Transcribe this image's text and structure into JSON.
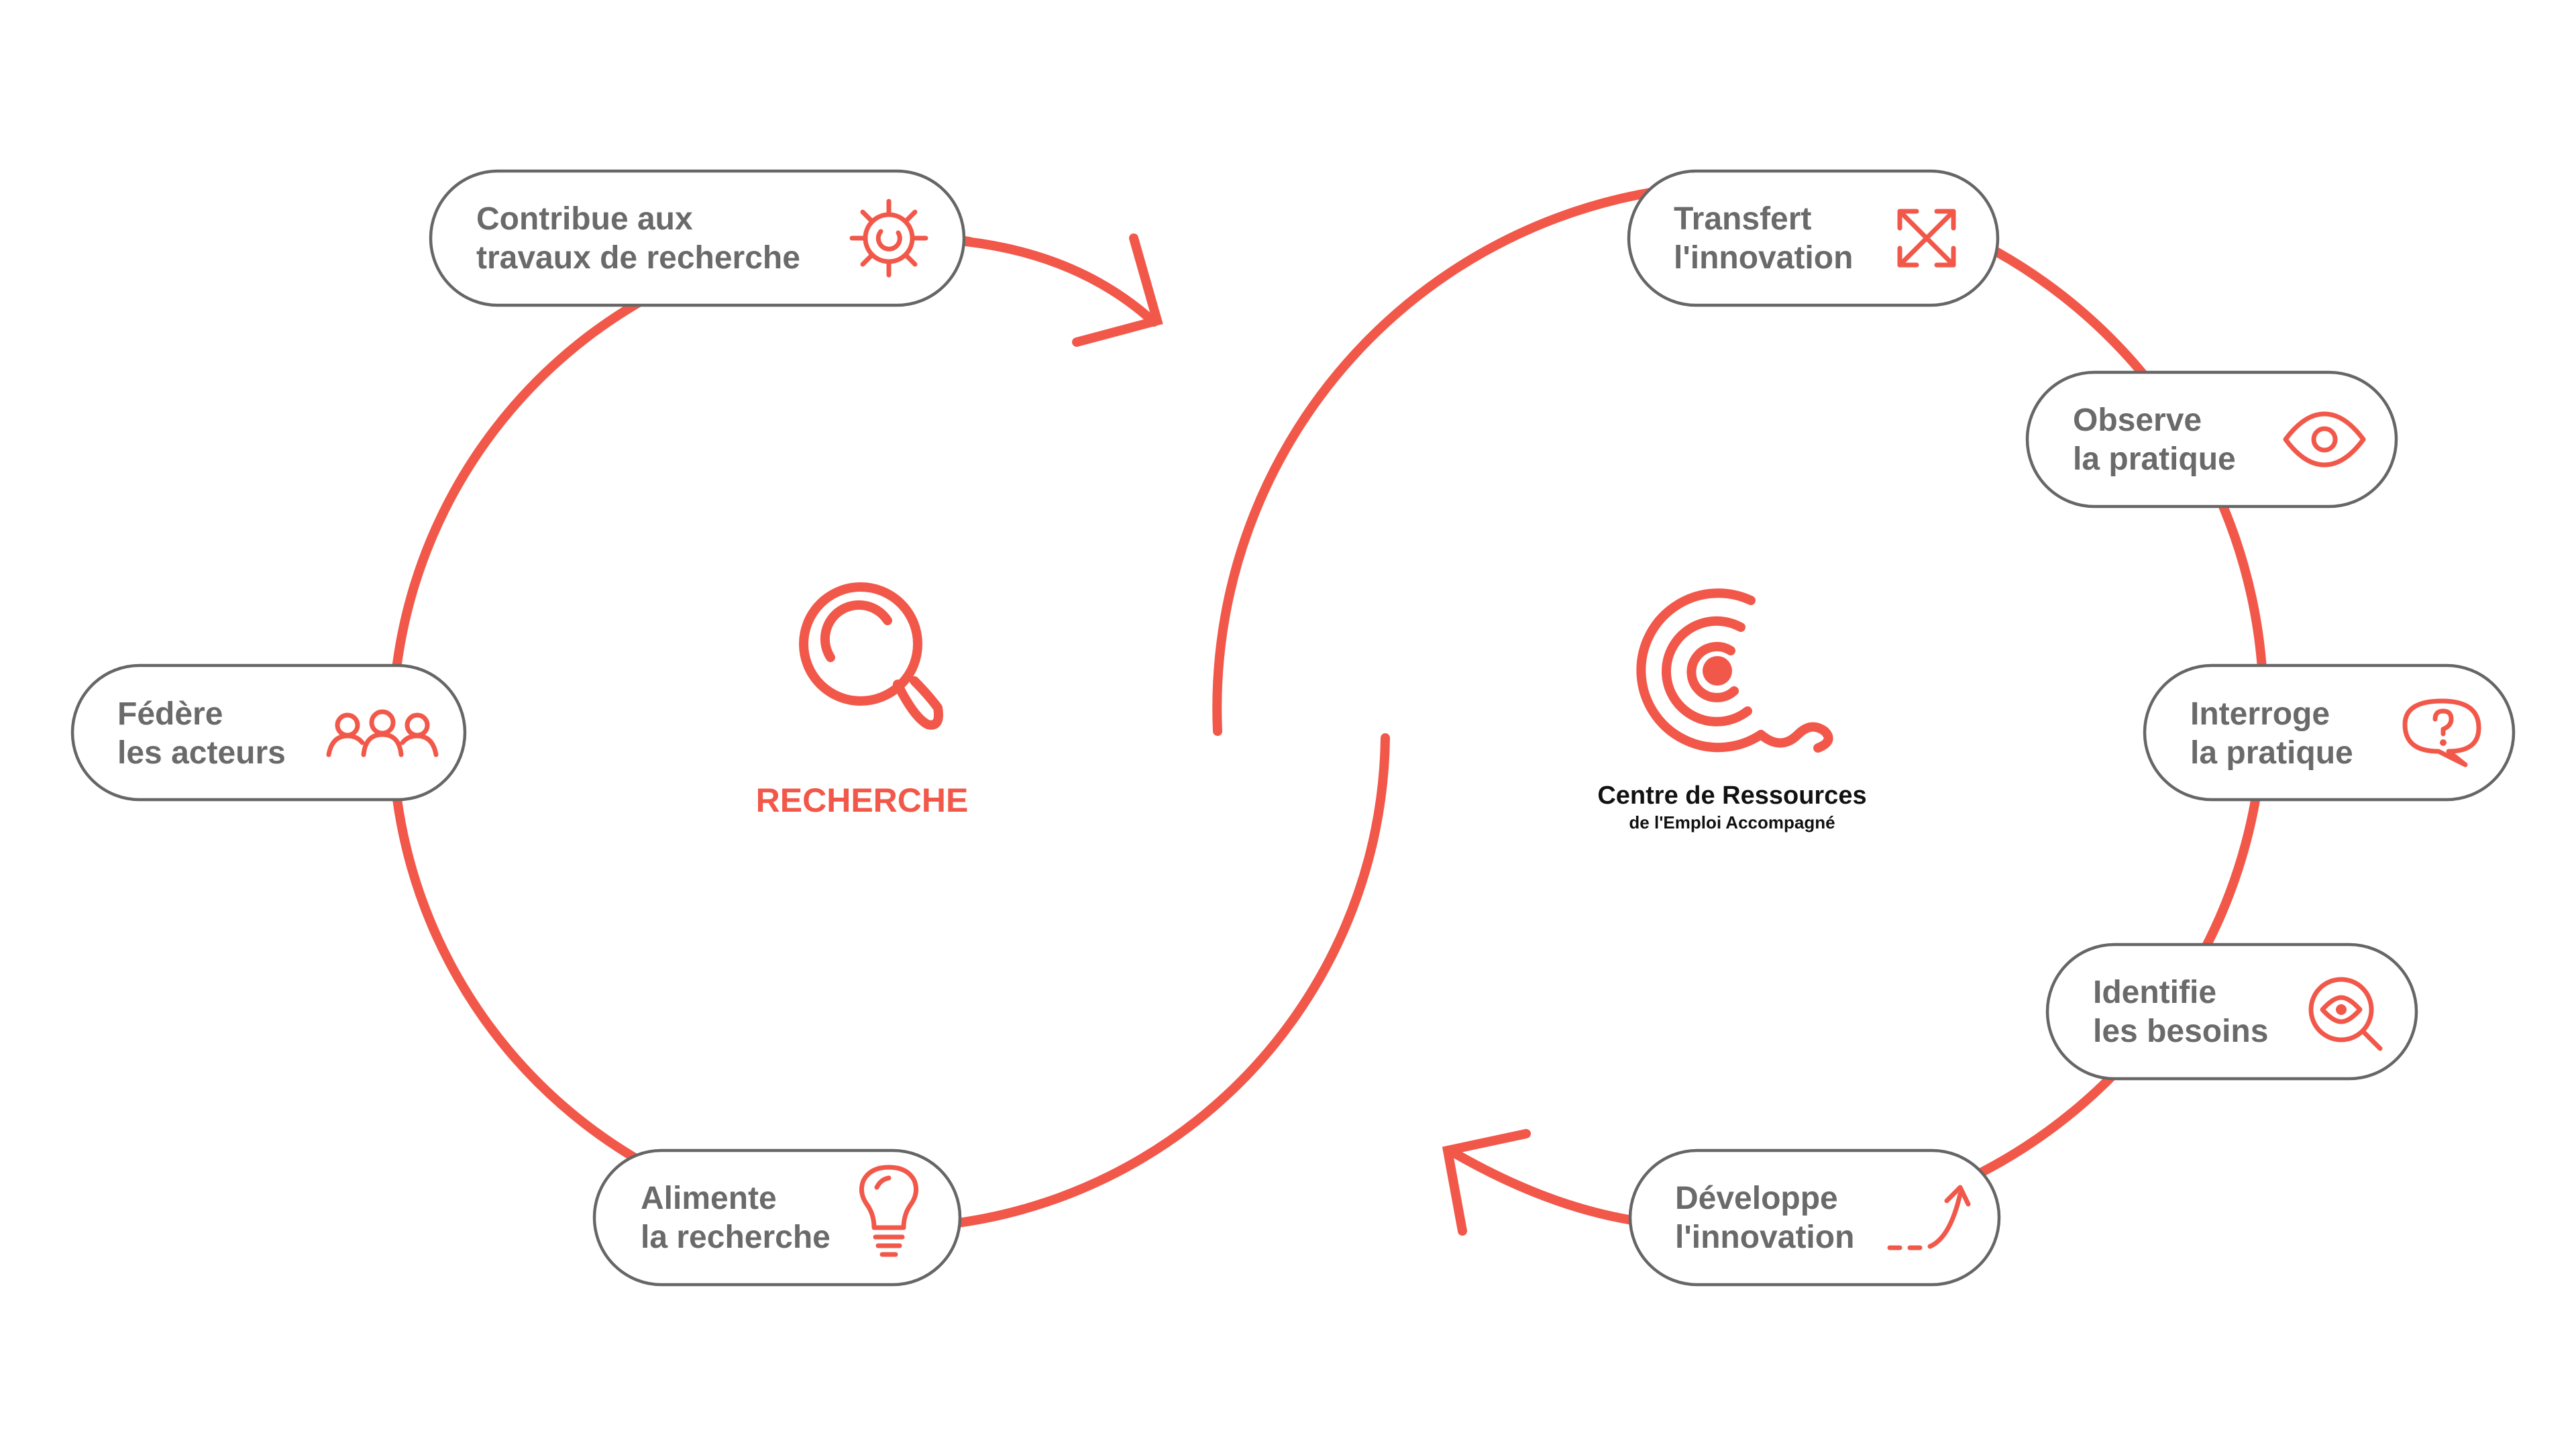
{
  "colors": {
    "accent": "#f2584a",
    "pill_border": "#666666",
    "pill_text": "#6a6a6a",
    "logo_text": "#111111"
  },
  "left_cycle": {
    "center_label": "RECHERCHE",
    "center_icon": "magnifier-icon",
    "nodes": [
      {
        "id": "contribue",
        "line1": "Contribue aux",
        "line2": "travaux de recherche",
        "icon": "gear-icon"
      },
      {
        "id": "federe",
        "line1": "Fédère",
        "line2": "les acteurs",
        "icon": "people-icon"
      },
      {
        "id": "alimente",
        "line1": "Alimente",
        "line2": "la recherche",
        "icon": "lightbulb-icon"
      }
    ]
  },
  "right_cycle": {
    "logo_title": "Centre de Ressources",
    "logo_subtitle": "de l'Emploi Accompagné",
    "logo_icon": "crea-logo-icon",
    "nodes": [
      {
        "id": "transfert",
        "line1": "Transfert",
        "line2": "l'innovation",
        "icon": "expand-arrows-icon"
      },
      {
        "id": "observe",
        "line1": "Observe",
        "line2": "la pratique",
        "icon": "eye-icon"
      },
      {
        "id": "interroge",
        "line1": "Interroge",
        "line2": "la pratique",
        "icon": "question-bubble-icon"
      },
      {
        "id": "identifie",
        "line1": "Identifie",
        "line2": "les besoins",
        "icon": "eye-magnifier-icon"
      },
      {
        "id": "developpe",
        "line1": "Développe",
        "line2": "l'innovation",
        "icon": "growth-arrow-icon"
      }
    ]
  }
}
